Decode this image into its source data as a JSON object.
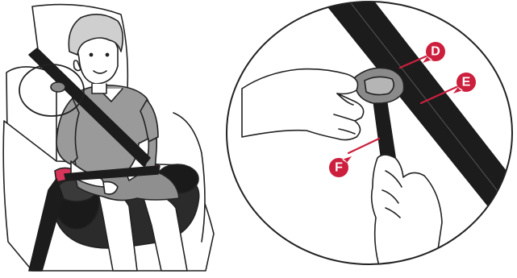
{
  "figure": {
    "kind": "instruction-illustration",
    "left_panel": "child-seated-in-booster-seat-with-vehicle-seat-belt",
    "right_panel": "magnified-detail-of-shoulder-belt-positioning-clip"
  },
  "callouts": [
    {
      "id": "D",
      "label": "D"
    },
    {
      "id": "E",
      "label": "E"
    },
    {
      "id": "F",
      "label": "F"
    }
  ],
  "colors": {
    "callout_fill": "#cc1f3d",
    "callout_text": "#ffffff",
    "belt": "#1c1c1c",
    "booster_shell": "#2b2b2b",
    "booster_accent": "#d8355a",
    "clip": "#8a8a8a",
    "line_art": "#222222"
  },
  "icons": {
    "callout_marker": "callout-pin-icon"
  }
}
